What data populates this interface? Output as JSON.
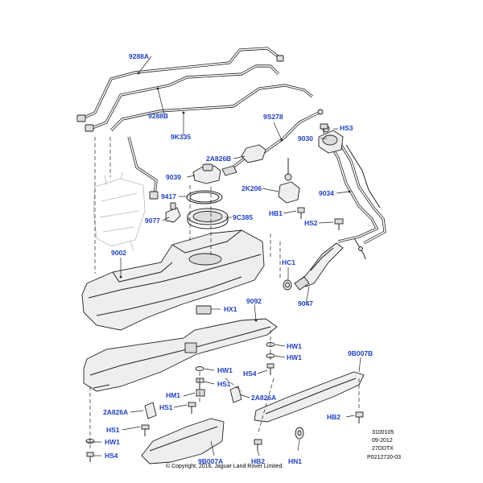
{
  "callouts": [
    {
      "id": "9288a",
      "text": "9288A"
    },
    {
      "id": "9288b",
      "text": "9288B"
    },
    {
      "id": "9k335",
      "text": "9K335"
    },
    {
      "id": "9s278",
      "text": "9S278"
    },
    {
      "id": "hs3",
      "text": "HS3"
    },
    {
      "id": "9030",
      "text": "9030"
    },
    {
      "id": "2a826b",
      "text": "2A826B"
    },
    {
      "id": "9039",
      "text": "9039"
    },
    {
      "id": "2k206",
      "text": "2K206"
    },
    {
      "id": "9034",
      "text": "9034"
    },
    {
      "id": "9417",
      "text": "9417"
    },
    {
      "id": "hb1",
      "text": "HB1"
    },
    {
      "id": "9077",
      "text": "9077"
    },
    {
      "id": "9c385",
      "text": "9C385"
    },
    {
      "id": "hs2",
      "text": "HS2"
    },
    {
      "id": "9002",
      "text": "9002"
    },
    {
      "id": "hc1",
      "text": "HC1"
    },
    {
      "id": "9047",
      "text": "9047"
    },
    {
      "id": "hx1",
      "text": "HX1"
    },
    {
      "id": "9092",
      "text": "9092"
    },
    {
      "id": "hw1a",
      "text": "HW1"
    },
    {
      "id": "hw1b",
      "text": "HW1"
    },
    {
      "id": "9b007b",
      "text": "9B007B"
    },
    {
      "id": "hw1c",
      "text": "HW1"
    },
    {
      "id": "hs4a",
      "text": "HS4"
    },
    {
      "id": "hs1a",
      "text": "HS1"
    },
    {
      "id": "hm1",
      "text": "HM1"
    },
    {
      "id": "2a826a-r",
      "text": "2A826A"
    },
    {
      "id": "2a826a-l",
      "text": "2A826A"
    },
    {
      "id": "hs1b",
      "text": "HS1"
    },
    {
      "id": "hs1c",
      "text": "HS1"
    },
    {
      "id": "hb2a",
      "text": "HB2"
    },
    {
      "id": "hn1",
      "text": "HN1"
    },
    {
      "id": "hw1d",
      "text": "HW1"
    },
    {
      "id": "9b007a",
      "text": "9B007A"
    },
    {
      "id": "hb2b",
      "text": "HB2"
    },
    {
      "id": "hs4b",
      "text": "HS4"
    }
  ],
  "drawing_info": {
    "ref": "3100105",
    "date": "09-2012",
    "variant": "27DDTX",
    "illustration": "P0212720-03"
  },
  "copyright": "© Copyright, 2016, Jaguar Land Rover Limited.",
  "colors": {
    "callout": "#1f3fbf",
    "line": "#222222",
    "part_fill": "#eeeeee",
    "background": "#ffffff"
  }
}
